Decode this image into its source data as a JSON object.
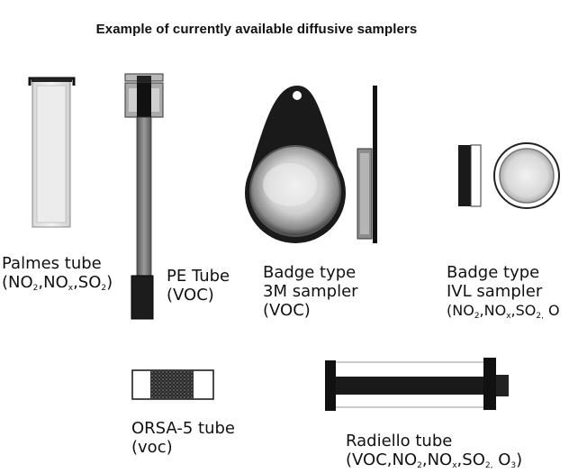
{
  "title": "Example of currently available diffusive samplers",
  "samplers": [
    {
      "name": "Palmes tube",
      "line2": "(NO<sub>2</sub>,NO<sub>x</sub>,SO<sub>2</sub>)"
    },
    {
      "name": "PE Tube",
      "line2": "(VOC)"
    },
    {
      "name": "Badge type",
      "line2": "3M sampler",
      "line3": "(VOC)"
    },
    {
      "name": "Badge type",
      "line2": "IVL sampler",
      "line3": "(NO<sub>2</sub>,NO<sub>x</sub>,SO<sub>2,</sub> O"
    },
    {
      "name": "ORSA-5 tube",
      "line2": "(voc)"
    },
    {
      "name": "Radiello tube",
      "line2": "(VOC,NO<sub>2</sub>,NO<sub>x</sub>,SO<sub>2,</sub> O<sub>3</sub>)"
    }
  ]
}
